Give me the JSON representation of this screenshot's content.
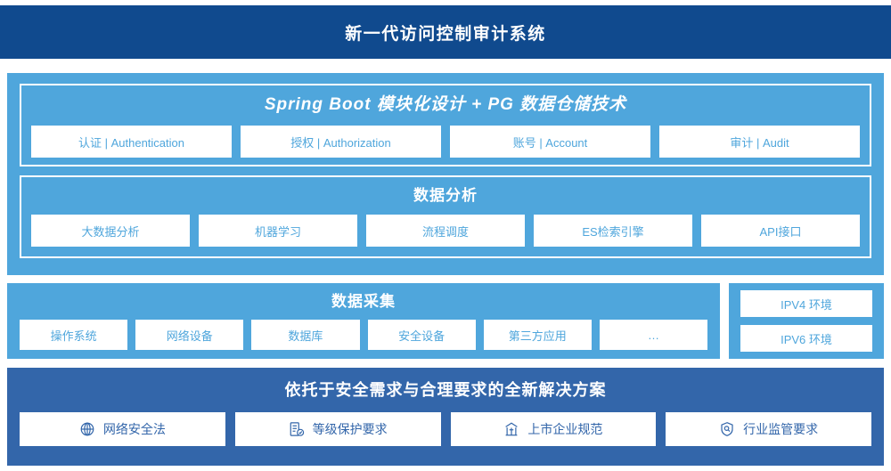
{
  "header": {
    "title": "新一代访问控制审计系统",
    "bg_color": "#104A8E",
    "text_color": "#FFFFFF"
  },
  "colors": {
    "light_blue": "#4FA6DC",
    "dark_blue": "#3366AA",
    "navy": "#104A8E",
    "white": "#FFFFFF"
  },
  "layers": {
    "spring": {
      "title": "Spring Boot 模块化设计 + PG 数据仓储技术",
      "items": [
        {
          "label": "认证 | Authentication"
        },
        {
          "label": "授权 | Authorization"
        },
        {
          "label": "账号 | Account"
        },
        {
          "label": "审计 | Audit"
        }
      ]
    },
    "analysis": {
      "title": "数据分析",
      "items": [
        {
          "label": "大数据分析"
        },
        {
          "label": "机器学习"
        },
        {
          "label": "流程调度"
        },
        {
          "label": "ES检索引擎"
        },
        {
          "label": "API接口"
        }
      ]
    },
    "collection": {
      "title": "数据采集",
      "items": [
        {
          "label": "操作系统"
        },
        {
          "label": "网络设备"
        },
        {
          "label": "数据库"
        },
        {
          "label": "安全设备"
        },
        {
          "label": "第三方应用"
        },
        {
          "label": "…"
        }
      ]
    },
    "environments": {
      "items": [
        {
          "label": "IPV4 环境"
        },
        {
          "label": "IPV6 环境"
        }
      ]
    },
    "solution": {
      "title": "依托于安全需求与合理要求的全新解决方案",
      "items": [
        {
          "label": "网络安全法",
          "icon": "globe-icon"
        },
        {
          "label": "等级保护要求",
          "icon": "document-check-icon"
        },
        {
          "label": "上市企业规范",
          "icon": "bank-building-icon"
        },
        {
          "label": "行业监管要求",
          "icon": "shield-search-icon"
        }
      ]
    }
  }
}
